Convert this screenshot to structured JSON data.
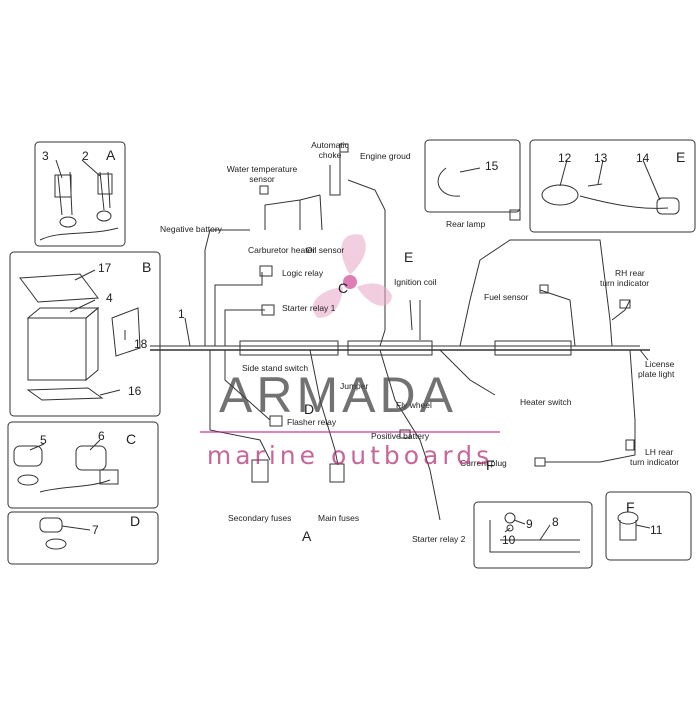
{
  "labels": {
    "automatic_choke": [
      "Automatic",
      "choke"
    ],
    "engine_ground": "Engine groud",
    "water_temp_sensor": [
      "Water temperature",
      "sensor"
    ],
    "negative_battery": "Negative battery",
    "carburetor_heater": "Carburetor heater",
    "oil_sensor": "Oil sensor",
    "logic_relay": "Logic relay",
    "starter_relay_1": "Starter relay 1",
    "ignition_coil": "Ignition coil",
    "rear_lamp": "Rear lamp",
    "fuel_sensor": "Fuel sensor",
    "rh_rear_turn": [
      "RH rear",
      "turn indicator"
    ],
    "license_plate": [
      "License",
      "plate light"
    ],
    "side_stand_switch": "Side stand switch",
    "jumper": "Jumper",
    "flasher_relay": "Flasher relay",
    "fly_wheel": "Fly wheel",
    "heater_switch": "Heater switch",
    "positive_battery": "Positive battery",
    "lh_rear_turn": [
      "LH rear",
      "turn indicator"
    ],
    "current_plug": "Current plug",
    "secondary_fuses": "Secondary fuses",
    "main_fuses": "Main fuses",
    "starter_relay_2": "Starter relay 2"
  },
  "callouts": {
    "n1": "1",
    "n2": "2",
    "n3": "3",
    "n4": "4",
    "n5": "5",
    "n6": "6",
    "n7": "7",
    "n8": "8",
    "n9": "9",
    "n10": "10",
    "n11": "11",
    "n12": "12",
    "n13": "13",
    "n14": "14",
    "n15": "15",
    "n16": "16",
    "n17": "17",
    "n18": "18"
  },
  "sections": {
    "A": "A",
    "B": "B",
    "C": "C",
    "D": "D",
    "E": "E",
    "F": "F"
  },
  "watermark": {
    "brand": "ARMADA",
    "tagline": "marine outboards",
    "accent_color": "#c2187a"
  }
}
